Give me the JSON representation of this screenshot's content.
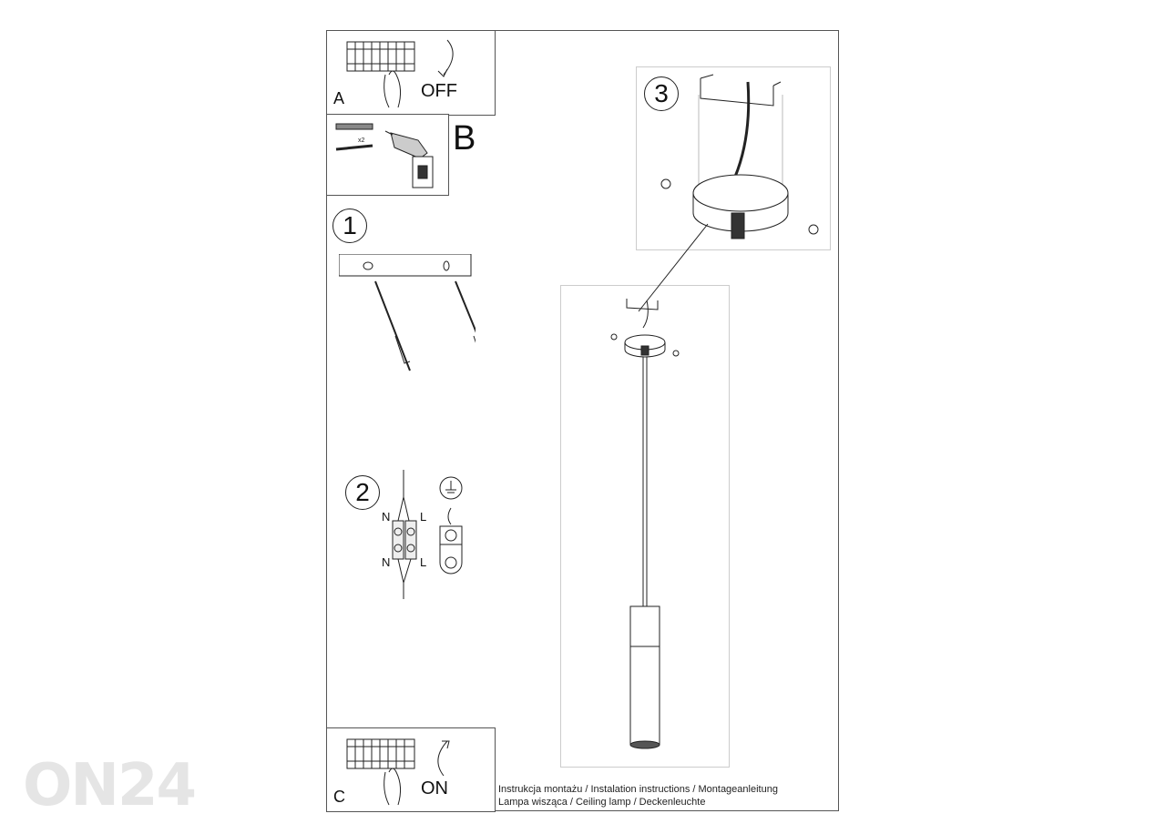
{
  "watermark": "ON24",
  "panels": {
    "a": {
      "letter": "A",
      "switch_label": "OFF"
    },
    "b": {
      "letter": "B",
      "qty": "x2"
    },
    "c": {
      "letter": "C",
      "switch_label": "ON"
    }
  },
  "steps": {
    "one": "1",
    "two": {
      "number": "2",
      "n_top": "N",
      "l_top": "L",
      "n_bottom": "N",
      "l_bottom": "L"
    },
    "three": "3"
  },
  "caption": {
    "line1": "Instrukcja montażu / Instalation instructions / Montageanleitung",
    "line2": "Lampa wisząca / Ceiling lamp / Deckenleuchte"
  }
}
